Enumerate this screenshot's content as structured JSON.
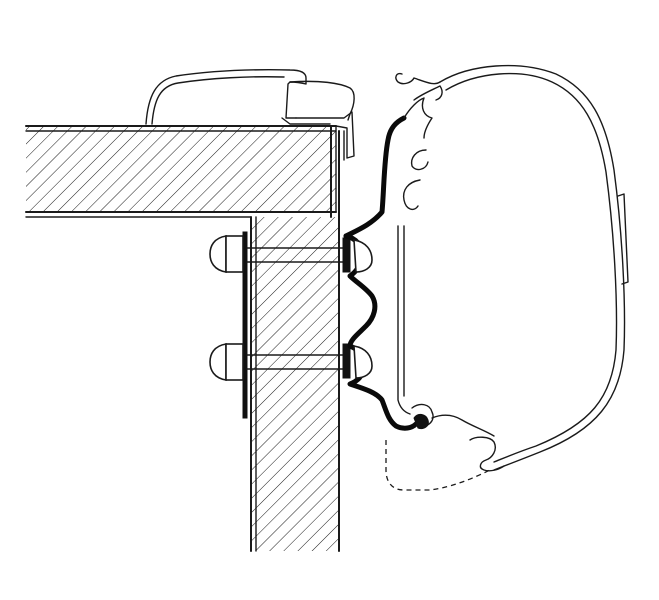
{
  "figure": {
    "type": "technical-cross-section",
    "text_labels": []
  },
  "colors": {
    "line": "#1a1a1a",
    "fill_dark": "#111111",
    "background": "#ffffff"
  },
  "parts": [
    "roof-slab",
    "wall-section",
    "roof-edge-trim",
    "adapter-rail",
    "bolt-upper",
    "bolt-lower",
    "backing-plate",
    "awning-cassette",
    "awning-lower-profile-dashed"
  ]
}
